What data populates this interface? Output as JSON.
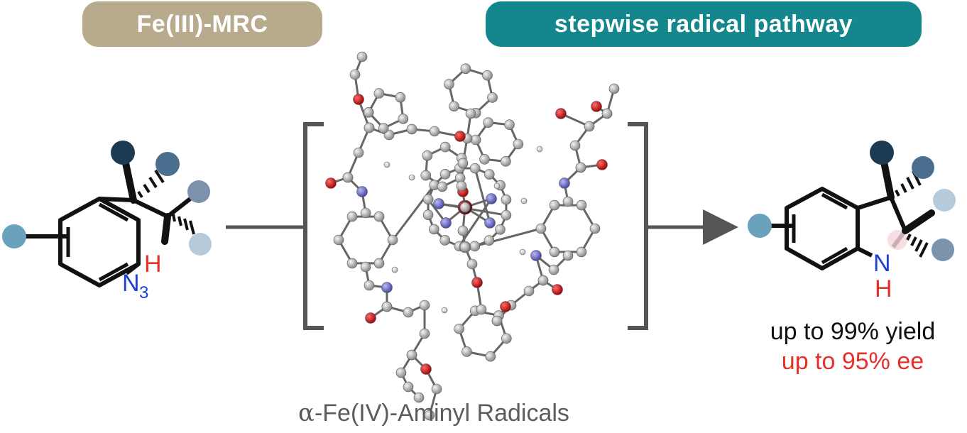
{
  "header": {
    "catalyst_label": "Fe(III)-MRC",
    "pathway_label": "stepwise radical pathway"
  },
  "colors": {
    "catalyst_pill": "#b8aa8c",
    "pathway_pill": "#13878c",
    "substituent_dark": "#1c3a52",
    "substituent_mid": "#4a6f8e",
    "substituent_slate": "#7d93ac",
    "substituent_light": "#b5cbdb",
    "substituent_teal": "#6aa2bd",
    "carbon": "#aaaaaa",
    "oxygen": "#cc1010",
    "nitrogen": "#6f6fc8",
    "iron": "#8a1520",
    "fluorine": "#8fd6de",
    "azide_text": "#1c3fd8",
    "highlight_text": "#e8302a"
  },
  "substrate": {
    "hydrogen_label": "H",
    "azide_label": "N",
    "azide_subscript": "3"
  },
  "product": {
    "nitrogen_label": "N",
    "hydrogen_label": "H",
    "yield_text": "up to 99% yield",
    "ee_text": "up to 95% ee"
  },
  "intermediate": {
    "caption_symbol": "α",
    "caption_text": "-Fe(IV)-Aminyl Radicals"
  }
}
